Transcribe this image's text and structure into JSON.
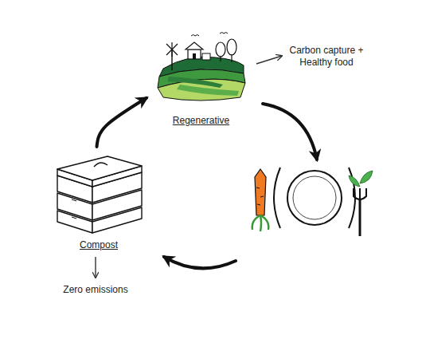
{
  "diagram": {
    "nodes": [
      {
        "text": [
          "Regenerative"
        ]
      },
      {
        "text": [
          "Compost"
        ]
      }
    ],
    "edges": [
      {
        "from": 1,
        "to": 0,
        "arrow": "to"
      }
    ],
    "labels": [
      "Carbon capture + Healthy food",
      "Zero emissions"
    ]
  }
}
